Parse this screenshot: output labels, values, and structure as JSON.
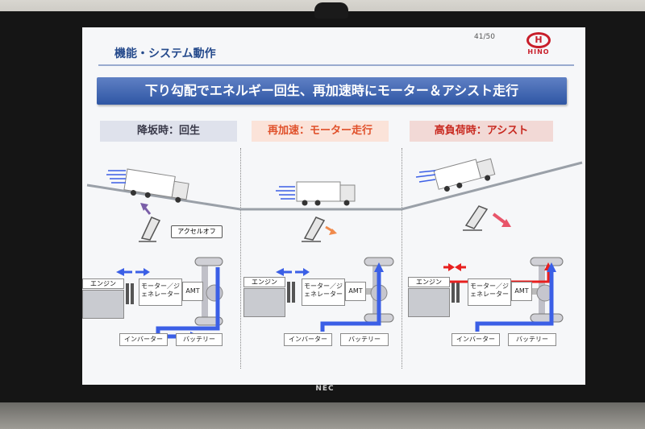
{
  "slide": {
    "header_title": "機能・システム動作",
    "page_number": "41/50",
    "logo_text": "HINO",
    "banner": "下り勾配でエネルギー回生、再加速時にモーター＆アシスト走行",
    "sections": [
      {
        "label": "降坂時：回生"
      },
      {
        "label": "再加速：モーター走行"
      },
      {
        "label": "高負荷時：アシスト"
      }
    ],
    "accel_off": "アクセルオフ",
    "components": {
      "engine": "エンジン",
      "motor": "モーター／ジェネレーター",
      "amt": "AMT",
      "inverter": "インバーター",
      "battery": "バッテリー"
    }
  },
  "monitor": {
    "brand": "NEC"
  },
  "colors": {
    "accent_blue": "#3b5fe6",
    "arrow_red": "#e8201f",
    "title_blue": "#254a8c",
    "regen_arrow": "#7a5ea8",
    "motor_arrow": "#f08a4c",
    "assist_arrow": "#e8556a"
  }
}
